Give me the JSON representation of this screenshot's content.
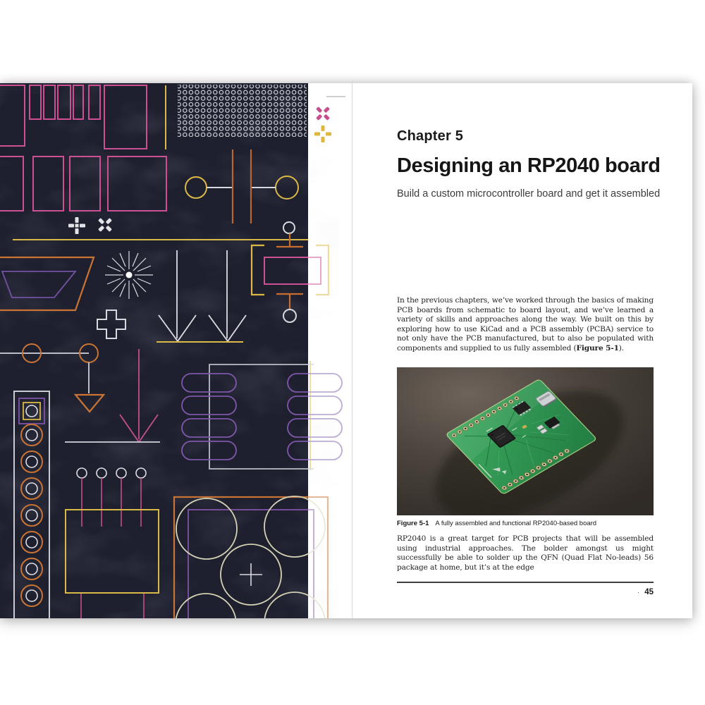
{
  "left_page": {
    "artwork": "stylized PCB schematic illustration on dark navy panel",
    "icons": [
      "fiducial-cross-icon",
      "fiducial-x-icon",
      "crop-mark-x-icon",
      "crop-mark-cross-icon"
    ]
  },
  "right_page": {
    "chapter_label": "Chapter 5",
    "title": "Designing an RP2040 board",
    "subtitle": "Build a custom microcontroller board and get it assembled",
    "paragraph1": {
      "before": "In the previous chapters, we’ve worked through the basics of making PCB boards from schematic to board layout, and we’ve learned a variety of skills and approaches along the way. We built on this by exploring how to use KiCad and a PCB assembly (PCBA) service to not only have the PCB manufactured, but to also be populated with components and supplied to us fully assembled (",
      "figure_ref": "Figure 5-1",
      "after": ")."
    },
    "figure_caption": {
      "label": "Figure 5-1",
      "text": "A fully assembled and functional RP2040-based board"
    },
    "paragraph2": "RP2040 is a great target for PCB projects that will be assembled using industrial approaches. The bolder amongst us might successfully be able to solder up the QFN (Quad Flat No-leads) 56 package at home, but it’s at the edge",
    "footer": {
      "separator": "·",
      "page_number": "45"
    }
  },
  "colors": {
    "panel_bg": "#181a29",
    "pink": "#cb4c90",
    "orange": "#c8702f",
    "yellow": "#d9b742",
    "purple": "#7b52a8",
    "white_line": "#dcdde2",
    "pcb_green": "#2e9150",
    "photo_bg": "#4a423a",
    "body_text": "#222222"
  }
}
